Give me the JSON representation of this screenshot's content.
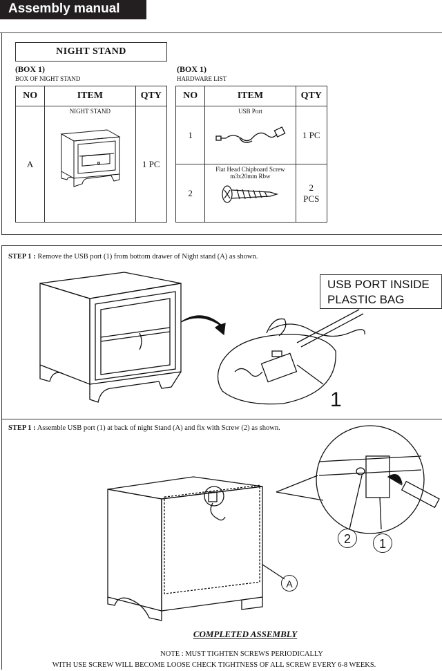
{
  "header": {
    "title": "Assembly manual"
  },
  "product_title": "NIGHT STAND",
  "box_left": {
    "label": "(BOX 1)",
    "sublabel": "BOX OF  NIGHT STAND",
    "columns": [
      "NO",
      "ITEM",
      "QTY"
    ],
    "rows": [
      {
        "no": "A",
        "item": "NIGHT STAND",
        "qty": "1 PC"
      }
    ]
  },
  "box_right": {
    "label": "(BOX 1)",
    "sublabel": "HARDWARE LIST",
    "columns": [
      "NO",
      "ITEM",
      "QTY"
    ],
    "rows": [
      {
        "no": "1",
        "item": "USB Port",
        "item_sub": "",
        "qty": "1 PC"
      },
      {
        "no": "2",
        "item": "Flat Head Chipboard Screw",
        "item_sub": "m3x20mm Rbw",
        "qty_line1": "2",
        "qty_line2": "PCS"
      }
    ]
  },
  "step1": {
    "label": "STEP 1 :",
    "text": " Remove the USB port (1)  from bottom drawer of Night stand (A) as shown.",
    "callout_line1": "USB PORT INSIDE",
    "callout_line2": "PLASTIC BAG",
    "part_number": "1"
  },
  "step2": {
    "label": "STEP 1 :",
    "text": " Assemble USB port  (1) at back of night Stand (A) and fix with Screw (2) as shown.",
    "marker_screw": "2",
    "marker_usb": "1",
    "marker_stand": "A"
  },
  "completed": "COMPLETED ASSEMBLY",
  "note": {
    "line1": "NOTE : MUST TIGHTEN SCREWS PERIODICALLY",
    "line2": "WITH USE SCREW WILL BECOME LOOSE CHECK TIGHTNESS OF ALL SCREW EVERY 6-8 WEEKS."
  }
}
